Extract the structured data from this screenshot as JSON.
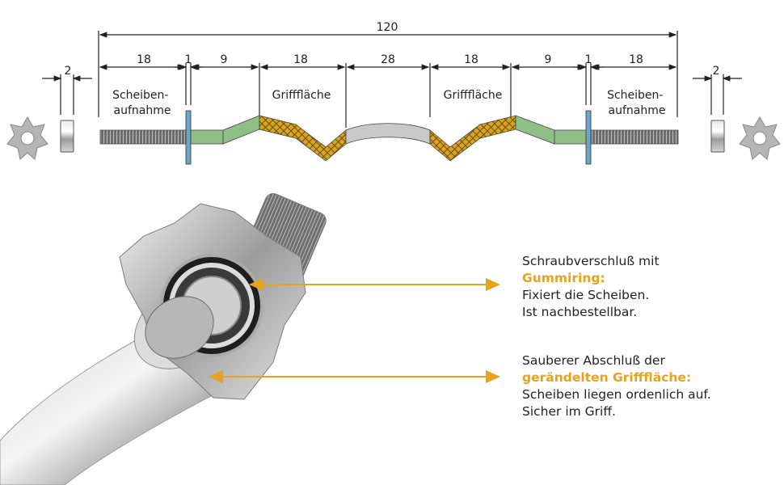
{
  "dimensions": {
    "total": "120",
    "segments": [
      "18",
      "1",
      "9",
      "18",
      "28",
      "18",
      "9",
      "1",
      "18"
    ],
    "collar_left": "2",
    "collar_right": "2"
  },
  "zones": {
    "sleeve_left": [
      "Scheiben-",
      "aufnahme"
    ],
    "grip_left": "Grifffläche",
    "grip_right": "Grifffläche",
    "sleeve_right": [
      "Scheiben-",
      "aufnahme"
    ]
  },
  "callouts": [
    {
      "line1": "Schraubverschluß mit",
      "highlight": "Gummiring:",
      "line3": "Fixiert die Scheiben.",
      "line4": "Ist nachbestellbar."
    },
    {
      "line1": "Sauberer Abschluß der",
      "highlight": "gerändelten Grifffläche:",
      "line3": "Scheiben liegen ordenlich auf.",
      "line4": "Sicher im Griff."
    }
  ],
  "colors": {
    "accent": "#e8a21b",
    "grip": "#d9a520",
    "transition": "#8fbf86",
    "middle": "#c9c9c9",
    "collar": "#6fa3c8"
  }
}
